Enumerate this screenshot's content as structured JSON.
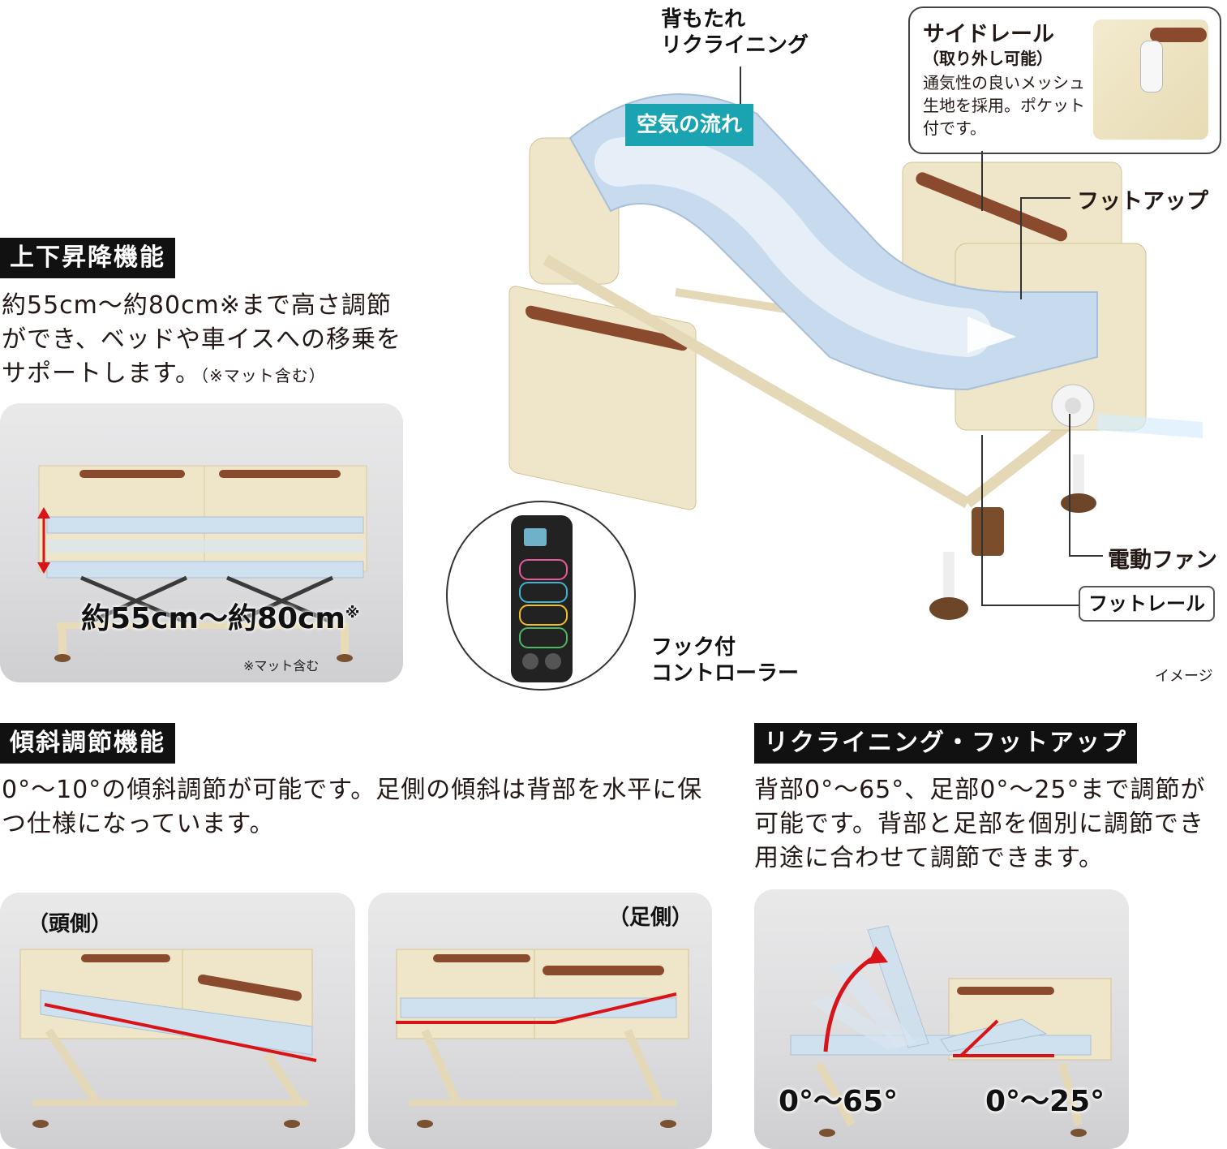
{
  "main": {
    "backrest_label": "背もたれ\nリクライニング",
    "airflow_badge": "空気の流れ",
    "side_rail": {
      "title": "サイドレール",
      "subtitle": "（取り外し可能）",
      "desc": "通気性の良いメッシュ生地を採用。ポケット付です。"
    },
    "foot_up_label": "フットアップ",
    "fan_label": "電動ファン",
    "foot_rail_label": "フットレール",
    "controller_label": "フック付\nコントローラー",
    "image_note": "イメージ"
  },
  "height": {
    "title": "上下昇降機能",
    "desc": "約55cm～約80cm※まで高さ調節ができ、ベッドや車イスへの移乗をサポートします。",
    "desc_note": "（※マット含む）",
    "photo_range": "約55cm～約80cm",
    "photo_range_mark": "※",
    "photo_note": "※マット含む"
  },
  "tilt": {
    "title": "傾斜調節機能",
    "desc": "0°～10°の傾斜調節が可能です。足側の傾斜は背部を水平に保つ仕様になっています。",
    "head_side": "（頭側）",
    "foot_side": "（足側）"
  },
  "recline": {
    "title": "リクライニング・フットアップ",
    "desc": "背部0°～65°、足部0°～25°まで調節が可能です。背部と足部を個別に調節でき用途に合わせて調節できます。",
    "back_range": "0°～65°",
    "foot_range": "0°～25°"
  },
  "colors": {
    "heading_bg": "#111111",
    "teal_badge": "#1aa3b0",
    "red_line": "#d81418",
    "rail_brown": "#8a4a2e",
    "bed_cream": "#efe6c9",
    "mattress_blue": "#bcd4ea"
  }
}
